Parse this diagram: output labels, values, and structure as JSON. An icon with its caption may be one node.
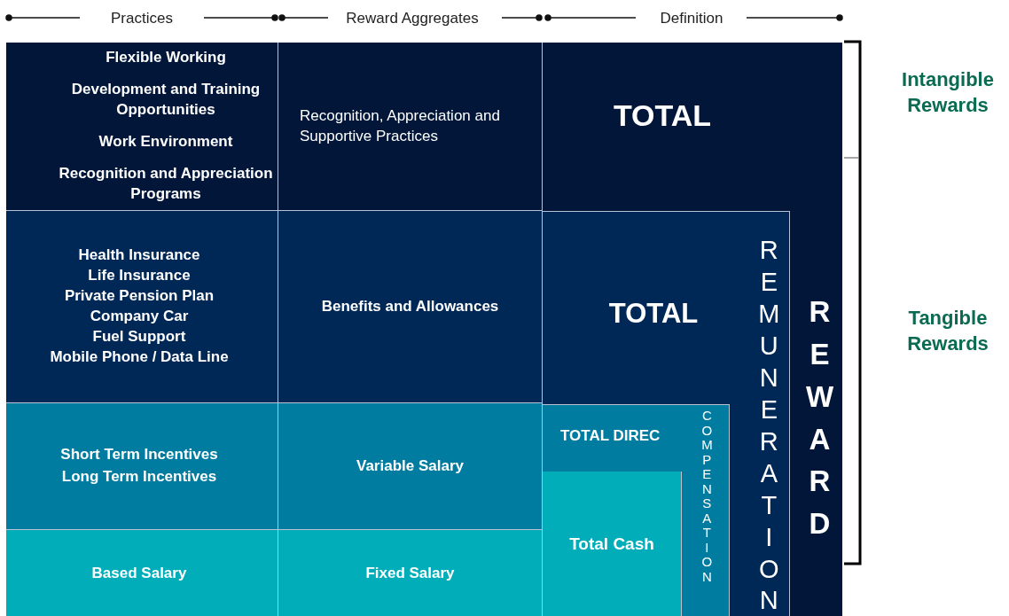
{
  "diagram": {
    "nodes": [
      {
        "text": [
          "TOTAL",
          "REWARD"
        ]
      },
      {
        "text": [
          "TOTAL",
          "REMUNERATION"
        ],
        "in": 0
      },
      {
        "text": [
          "TOTAL DIREC",
          "COMPENSATION"
        ],
        "in": 1
      },
      {
        "text": [
          "Total Cash"
        ],
        "in": 2
      },
      {
        "text": [
          "Flexible Working",
          "Development and Training Opportunities",
          "Work Environment",
          "Recognition and Appreciation Programs"
        ]
      },
      {
        "text": [
          "Recognition, Appreciation and Supportive Practices"
        ]
      },
      {
        "text": [
          "Health Insurance",
          "Life Insurance",
          "Private Pension Plan",
          "Company Car",
          "Fuel Support",
          "Mobile Phone / Data Line"
        ]
      },
      {
        "text": [
          "Benefits and Allowances"
        ]
      },
      {
        "text": [
          "Short Term Incentives",
          "Long Term Incentives"
        ]
      },
      {
        "text": [
          "Variable Salary"
        ]
      },
      {
        "text": [
          "Based Salary"
        ]
      },
      {
        "text": [
          "Fixed Salary"
        ]
      }
    ],
    "labels": [
      "Practices",
      "Reward Aggregates",
      "Definition",
      "Intangible Rewards",
      "Tangible Rewards"
    ]
  }
}
